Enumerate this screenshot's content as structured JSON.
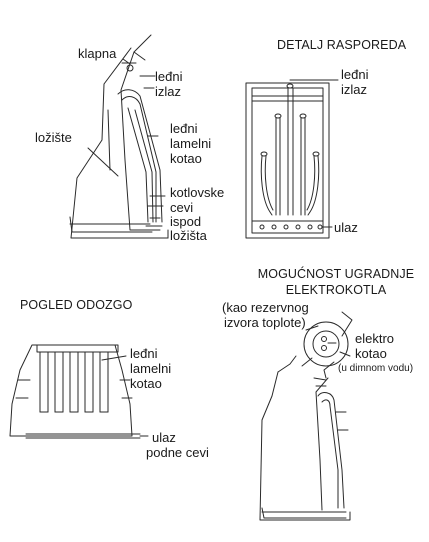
{
  "colors": {
    "line": "#2a2a2a",
    "background": "#ffffff"
  },
  "labels": {
    "klapna": "klapna",
    "ledni_izlaz_1": "leđni",
    "ledni_izlaz_2": "izlaz",
    "loziste": "ložište",
    "ledni_lamelni_1": "leđni",
    "ledni_lamelni_2": "lamelni",
    "ledni_lamelni_3": "kotao",
    "kotlovske_1": "kotlovske",
    "kotlovske_2": "cevi",
    "kotlovske_3": "ispod",
    "kotlovske_4": "ložišta",
    "detalj_title": "DETALJ RASPOREDA",
    "detalj_izlaz_1": "leđni",
    "detalj_izlaz_2": "izlaz",
    "detalj_ulaz": "ulaz",
    "pogled_title": "POGLED ODOZGO",
    "pogled_lamelni_1": "leđni",
    "pogled_lamelni_2": "lamelni",
    "pogled_lamelni_3": "kotao",
    "pogled_ulaz_1": "ulaz",
    "pogled_ulaz_2": "podne cevi",
    "mogucnost_1": "MOGUĆNOST UGRADNJE",
    "mogucnost_2": "ELEKTROKOTLA",
    "rezervni_1": "(kao rezervnog",
    "rezervni_2": "izvora toplote)",
    "elektro_1": "elektro",
    "elektro_2": "kotao",
    "elektro_3": "(u dimnom vodu)"
  }
}
